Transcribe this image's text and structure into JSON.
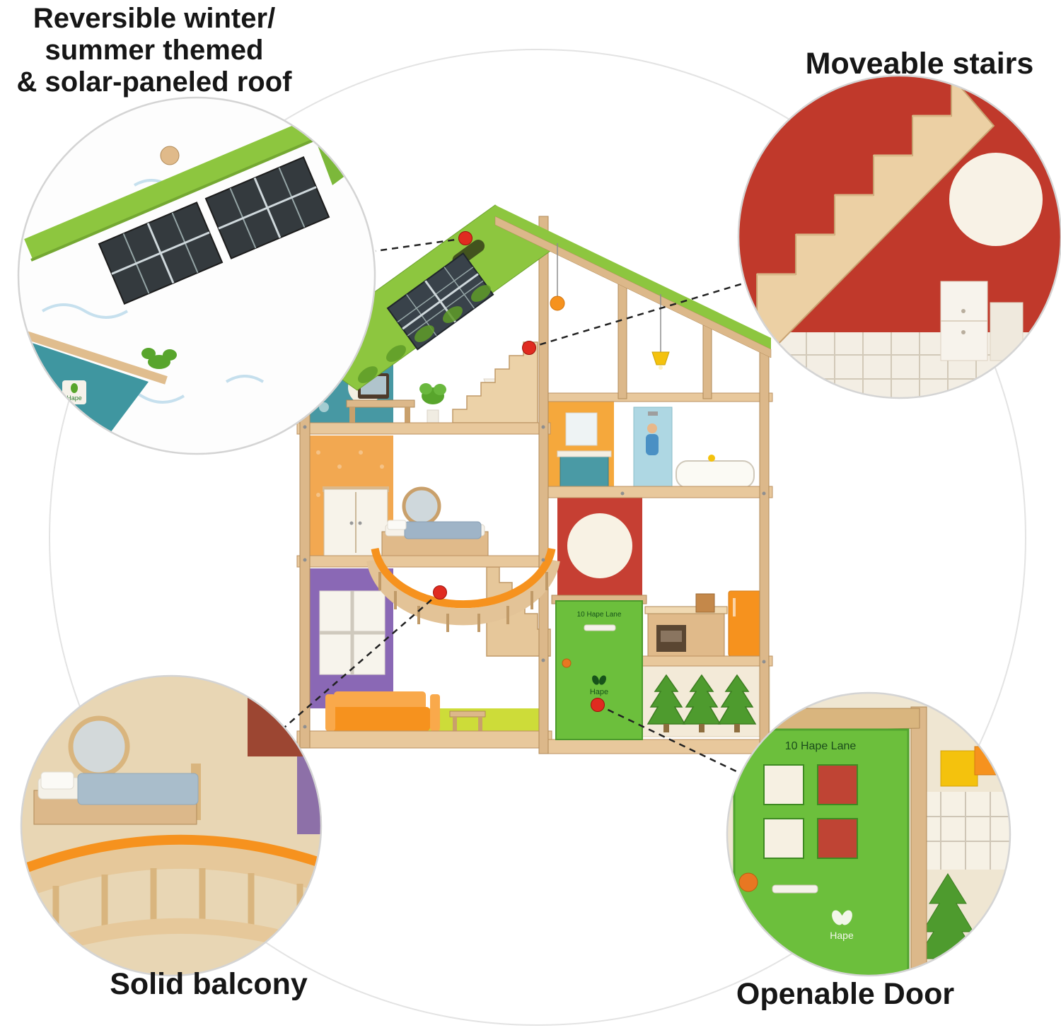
{
  "callouts": [
    {
      "id": "roof",
      "label_lines": [
        "Reversible winter/",
        "summer themed",
        "& solar-paneled roof"
      ]
    },
    {
      "id": "stairs",
      "label_lines": [
        "Moveable stairs"
      ]
    },
    {
      "id": "balcony",
      "label_lines": [
        "Solid balcony"
      ]
    },
    {
      "id": "door",
      "label_lines": [
        "Openable Door"
      ]
    }
  ],
  "door": {
    "address": "10 Hape Lane",
    "brand": "Hape"
  },
  "colors": {
    "roof_green": "#8dc63f",
    "door_green": "#6cbf3c",
    "accent_orange": "#f6921e",
    "wall_teal": "#4798a3",
    "wall_orange": "#f2a851",
    "wall_purple": "#8a68b5",
    "wall_red": "#c63f33",
    "wood_light": "#e3c397",
    "wood_frame": "#dcb88a",
    "marker_red": "#e02b20",
    "solar_panel": "#39424a"
  }
}
